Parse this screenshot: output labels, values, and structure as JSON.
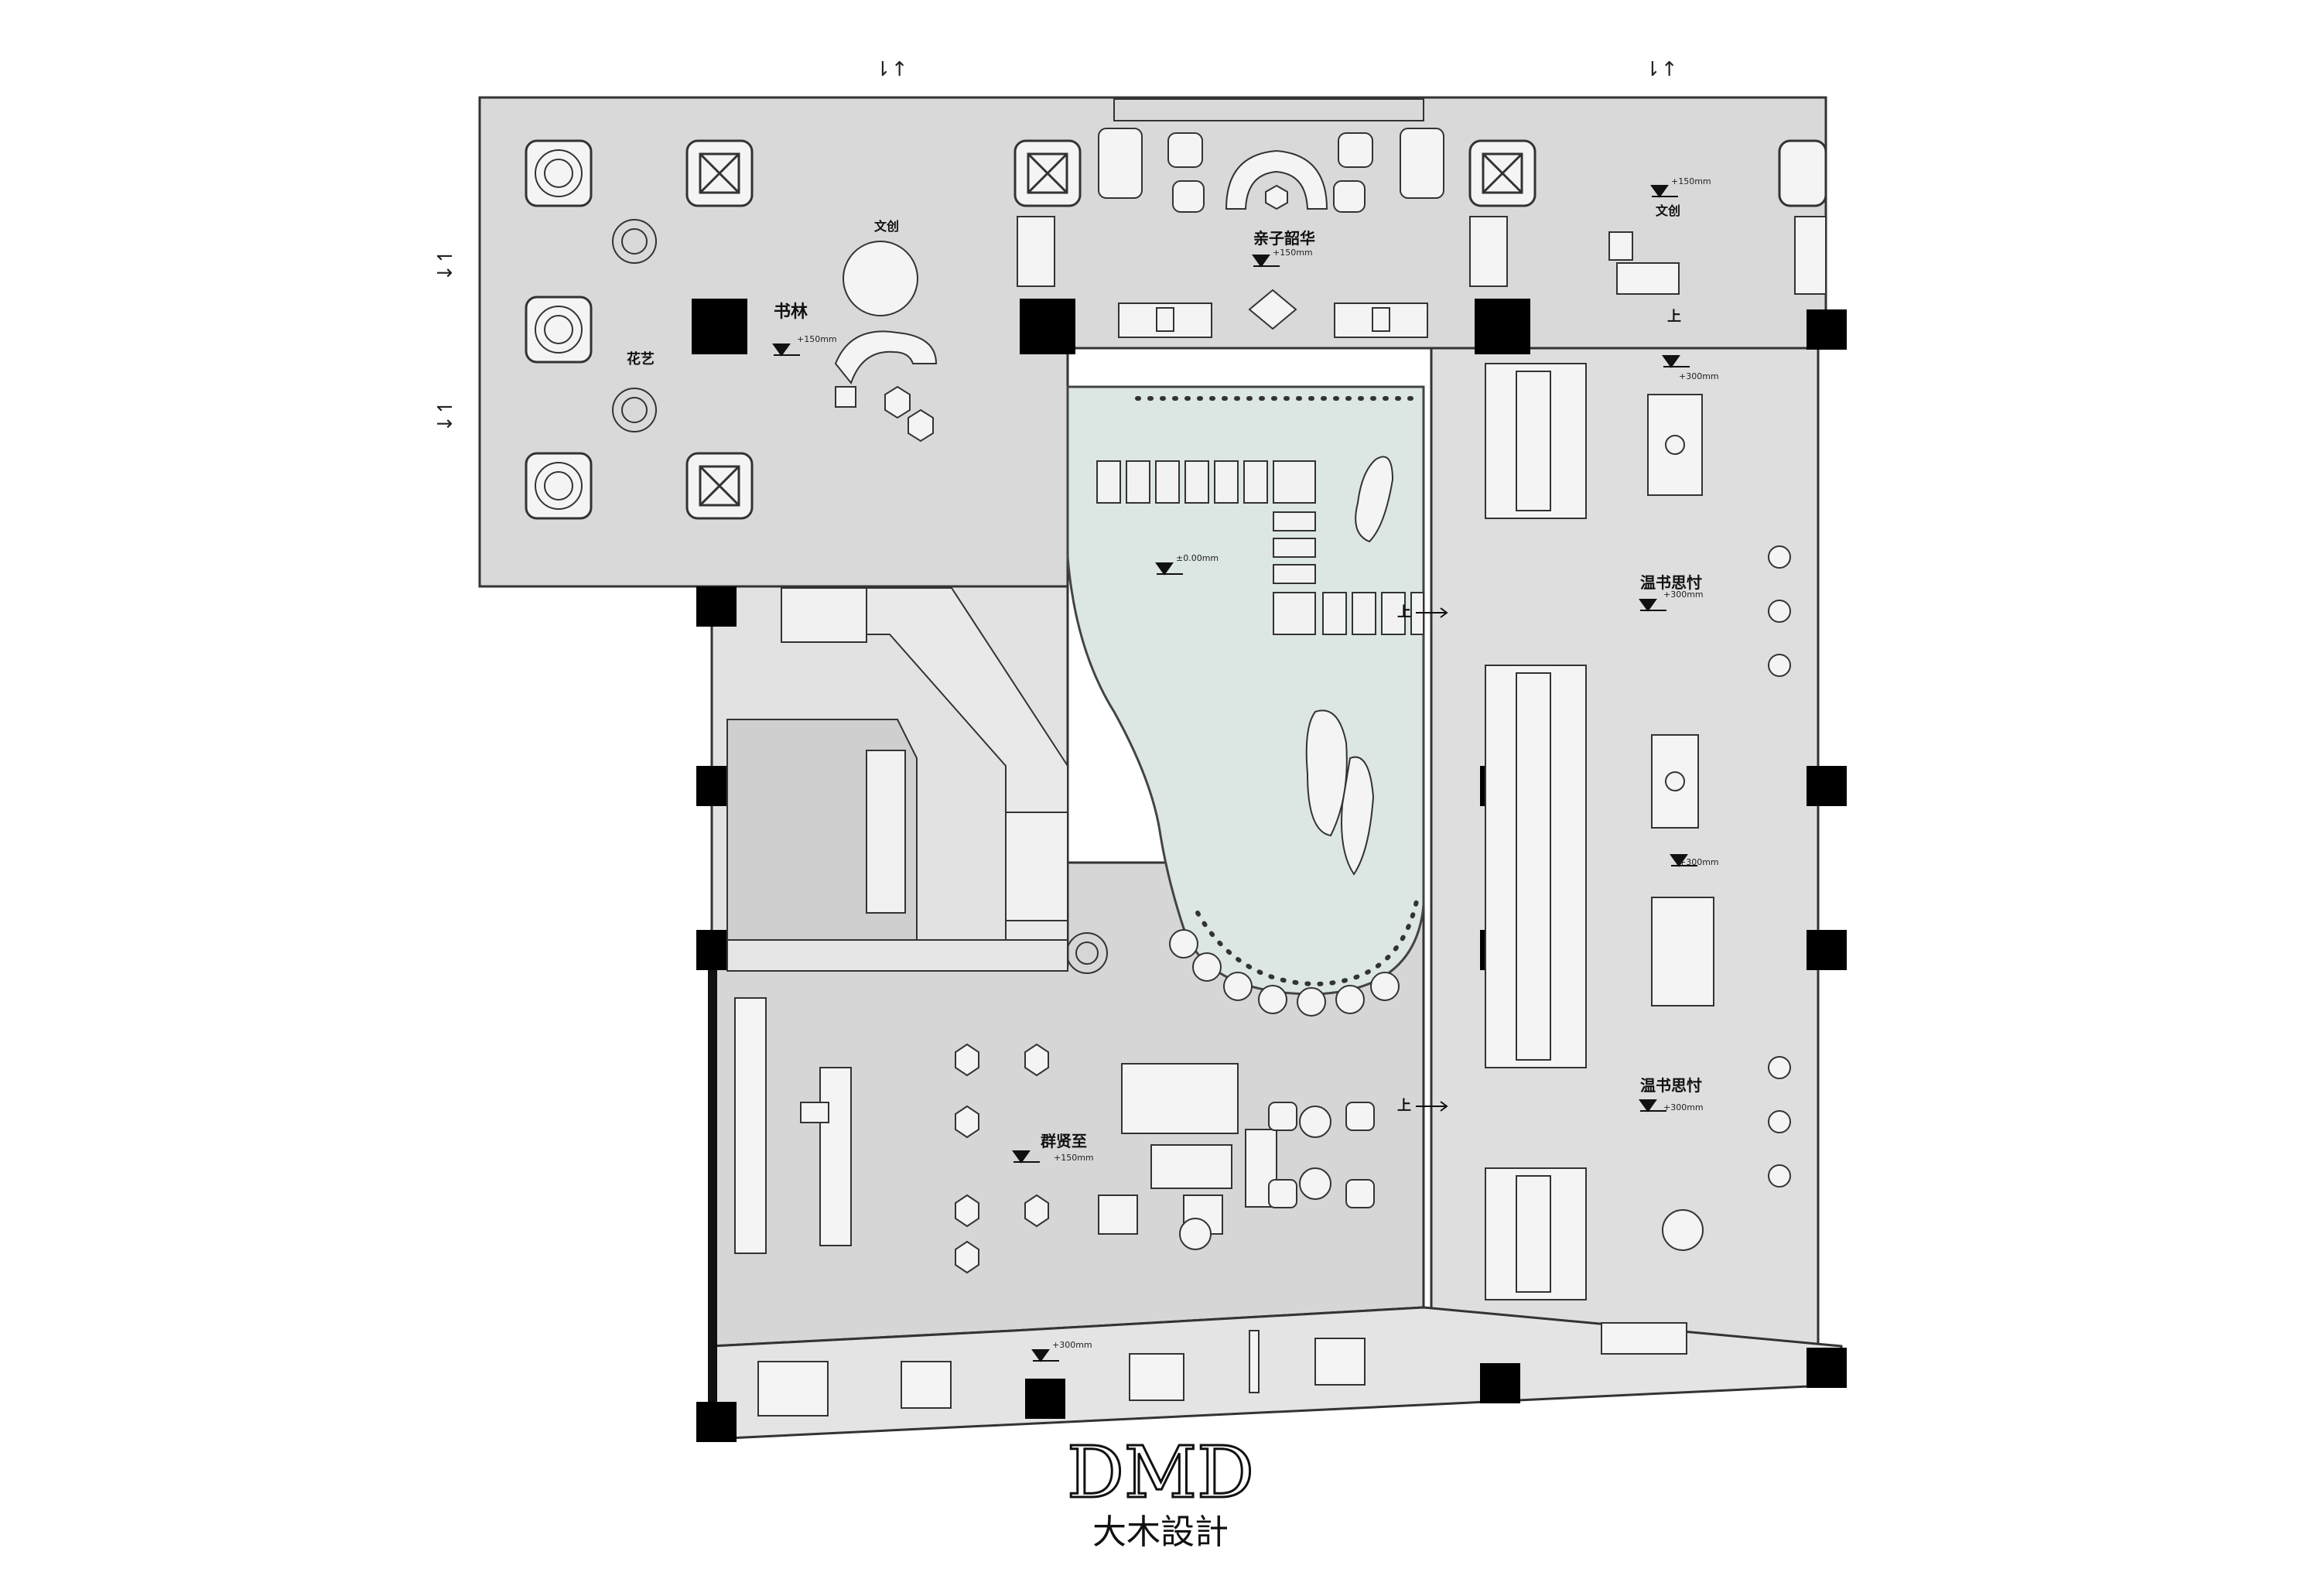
{
  "plan": {
    "zones": {
      "book_forest": "书林",
      "flower_art": "花艺",
      "creative_left": "文创",
      "creative_right": "文创",
      "parent_child": "亲子韶华",
      "reading_upper": "温书思忖",
      "reading_lower": "温书思忖",
      "gathering": "群贤至"
    },
    "levels": {
      "l150_a": "+150mm",
      "l150_b": "+150mm",
      "l150_c": "+150mm",
      "l150_d": "+150mm",
      "l000": "±0.00mm",
      "l300_a": "+300mm",
      "l300_b": "+300mm",
      "l300_c": "+300mm",
      "l300_d": "+300mm",
      "l300_e": "+300mm"
    },
    "stairs": {
      "up_a": "上",
      "up_b": "上",
      "up_c": "上"
    },
    "entries": {
      "e1": "⇂↑",
      "e2": "⇂↑",
      "e3": "⇂↑",
      "e4": "⇂↑"
    }
  },
  "brand": {
    "logo_text": "DMD",
    "name_cn": "大木設計"
  },
  "colors": {
    "floor": "#d9d9d9",
    "floor_light": "#e4e4e4",
    "water": "#dce6e2",
    "column": "#000000",
    "line": "#333333"
  }
}
